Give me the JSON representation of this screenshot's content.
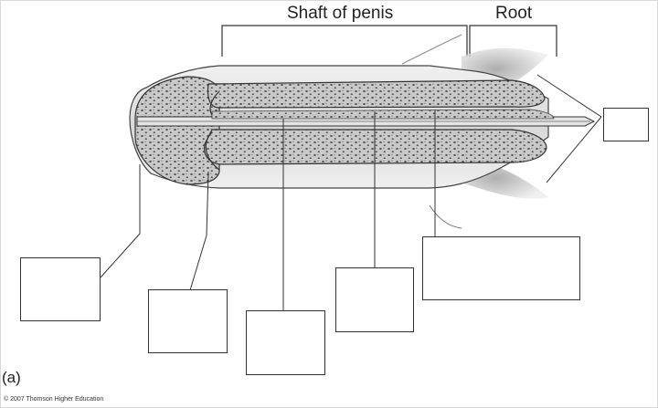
{
  "labels": {
    "shaft": "Shaft of penis",
    "root": "Root",
    "panel": "(a)",
    "copyright": "© 2007 Thomson Higher Education"
  },
  "answer_boxes": [
    {
      "id": 1,
      "content": ""
    },
    {
      "id": 2,
      "content": ""
    },
    {
      "id": 3,
      "content": ""
    },
    {
      "id": 4,
      "content": ""
    },
    {
      "id": 5,
      "content": ""
    },
    {
      "id": 6,
      "content": ""
    }
  ],
  "colors": {
    "tissue_fill": "#cfcfcf",
    "tissue_dark": "#555555",
    "line": "#333333"
  }
}
